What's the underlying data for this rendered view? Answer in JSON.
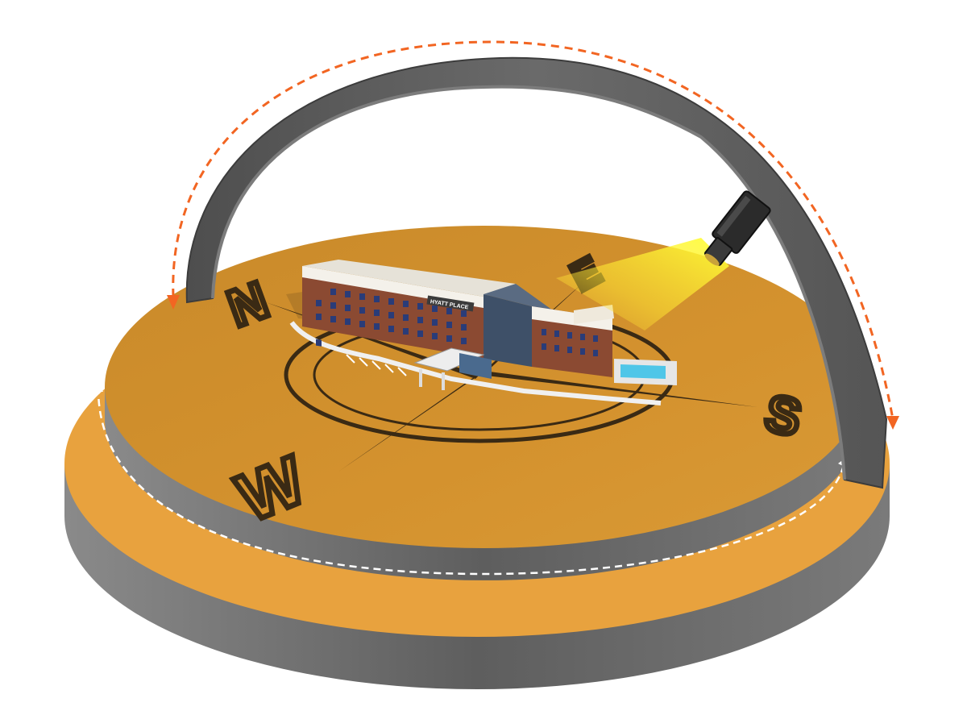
{
  "compass": {
    "north": "N",
    "east": "E",
    "south": "S",
    "west": "W"
  },
  "building": {
    "sign": "HYATT PLACE"
  },
  "colors": {
    "turntable_top": "#d4922e",
    "turntable_ring": "#e8a23e",
    "platform_side": "#6b6b6b",
    "arc_track": "#5a5a5a",
    "arc_arrow": "#f26522",
    "rotation_arrow": "#ffffff",
    "light_beam": "#ffff33",
    "compass_ink": "#3a2a14",
    "pool_water": "#4fc6e8"
  },
  "icons": {
    "camera": "camera-icon",
    "arc_path": "dashed-arc-arrow-icon",
    "rotation_path": "dashed-rotation-arrow-icon"
  }
}
